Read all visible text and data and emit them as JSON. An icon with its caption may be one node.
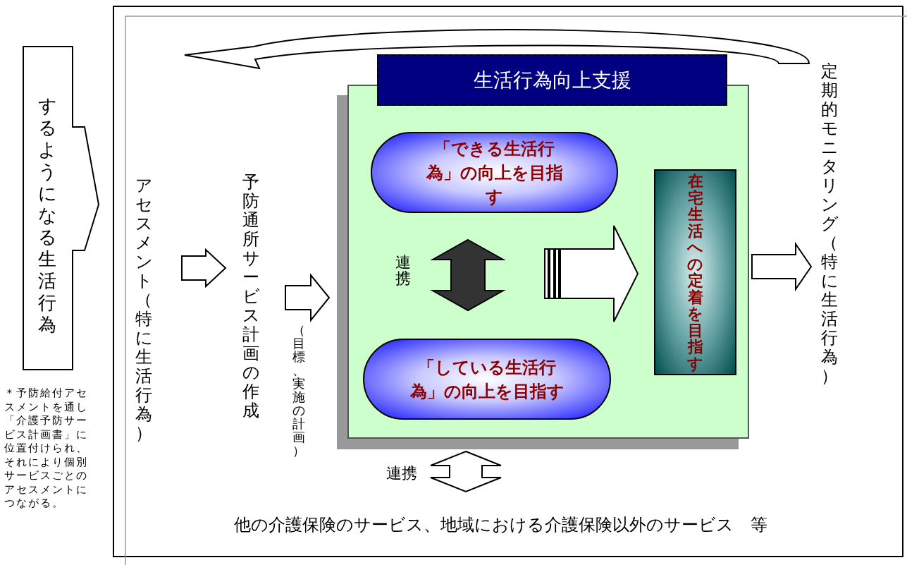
{
  "diagram": {
    "nodes": [
      {
        "text": [
          "するようになる生活行為"
        ]
      },
      {
        "text": [
          "アセスメント（特に生活行為）"
        ]
      },
      {
        "text": [
          "予防通所サービス計画の作成"
        ]
      },
      {
        "text": [
          "生活行為向上支援"
        ]
      },
      {
        "text": [
          "「できる生活行為」の向上を目指す"
        ],
        "in": 3
      },
      {
        "text": [
          "「している生活行為」の向上を目指す"
        ],
        "in": 3
      },
      {
        "text": [
          "在宅生活への定着を目指す"
        ],
        "in": 3
      },
      {
        "text": [
          "定期的モニタリング（特に生活行為）"
        ]
      },
      {
        "text": [
          "他の介護保険のサービス、地域における介護保険以外のサービス　等"
        ]
      }
    ],
    "edges": [
      {
        "from": 1,
        "to": 2,
        "arrow": "to"
      },
      {
        "from": 2,
        "to": 3,
        "arrow": "to",
        "label": "（目標、実施の計画）"
      },
      {
        "from": 4,
        "to": 5,
        "arrow": "both",
        "label": "連携",
        "color": "#333333"
      },
      {
        "from": null,
        "to": 6,
        "arrow": "to"
      },
      {
        "from": 3,
        "to": 7,
        "arrow": "to"
      },
      {
        "from": 7,
        "to": 1,
        "arrow": "to"
      },
      {
        "from": 3,
        "to": 8,
        "arrow": "both",
        "label": "連携"
      }
    ],
    "labels": [
      "＊予防給付アセスメントを通し「介護予防サービス計画書」に位置付けられ、それにより個別サービスごとのアセスメントにつながる。"
    ]
  }
}
